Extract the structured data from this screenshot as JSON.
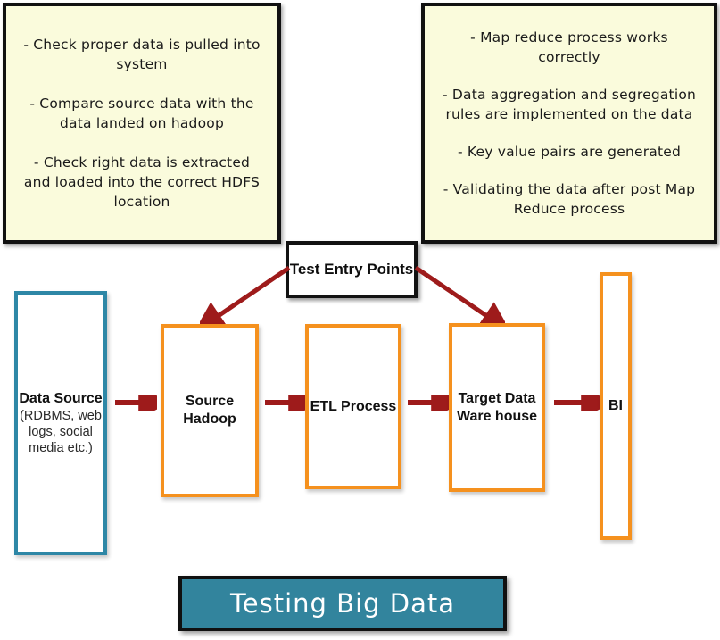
{
  "diagram": {
    "title": "Testing Big Data",
    "colors": {
      "note_background": "#fafbdc",
      "note_border": "#111111",
      "orange_border": "#f5911e",
      "teal_border": "#2e87a6",
      "arrow_red": "#9e1b1b",
      "banner_background": "#32849d",
      "banner_text": "#ffffff"
    }
  },
  "note_left": {
    "items": [
      "- Check proper data is pulled into system",
      "- Compare source data with the data landed on hadoop",
      "-  Check right data is extracted and loaded into the correct HDFS location"
    ]
  },
  "note_right": {
    "items": [
      "- Map reduce process works correctly",
      "- Data aggregation and segregation rules are implemented on the data",
      "- Key value pairs are generated",
      "- Validating the data after post Map Reduce process"
    ]
  },
  "entry_box": {
    "label": "Test Entry Points"
  },
  "flow": {
    "data_source": {
      "label": "Data Source",
      "sublabel": "(RDBMS, web logs, social media etc.)"
    },
    "source_hadoop": {
      "label": "Source Hadoop"
    },
    "etl_process": {
      "label": "ETL Process"
    },
    "target_warehouse": {
      "label": "Target Data Ware house"
    },
    "bi": {
      "label": "BI"
    }
  },
  "banner": {
    "label": "Testing Big Data"
  },
  "arrows": {
    "source_to_hadoop": "arrow-right",
    "hadoop_to_etl": "arrow-right",
    "etl_to_target": "arrow-right",
    "target_to_bi": "arrow-right",
    "entry_to_hadoop": "arrow-diagonal-down-left",
    "entry_to_target": "arrow-diagonal-down-right"
  }
}
